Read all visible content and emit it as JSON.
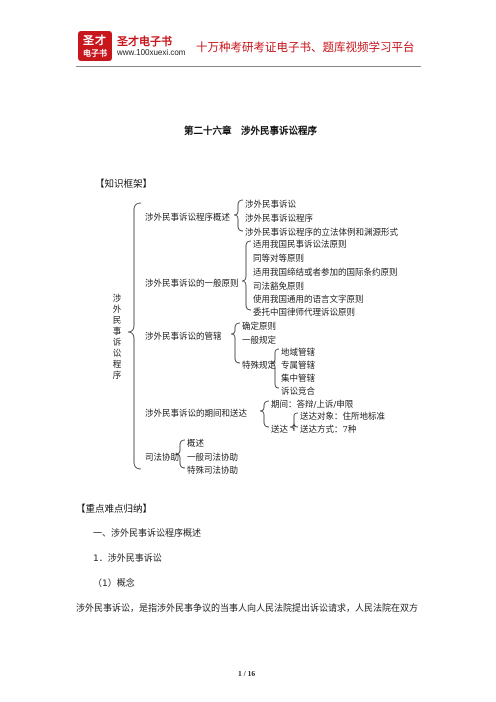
{
  "header": {
    "logo_line1": "圣才",
    "logo_line2": "电子书",
    "brand_name": "圣才电子书",
    "brand_url": "www.100xuexi.com",
    "slogan": "十万种考研考证电子书、题库视频学习平台"
  },
  "chapter_title": "第二十六章　涉外民事诉讼程序",
  "framework_heading": "【知识框架】",
  "tree": {
    "root": "涉外民事诉讼程序",
    "n1": {
      "label": "涉外民事诉讼程序概述",
      "items": [
        "涉外民事诉讼",
        "涉外民事诉讼程序",
        "涉外民事诉讼程序的立法体例和渊源形式"
      ]
    },
    "n2": {
      "label": "涉外民事诉讼的一般原则",
      "items": [
        "适用我国民事诉讼法原则",
        "同等对等原则",
        "适用我国缔结或者参加的国际条约原则",
        "司法豁免原则",
        "使用我国通用的语言文字原则",
        "委托中国律师代理诉讼原则"
      ]
    },
    "n3": {
      "label": "涉外民事诉讼的管辖",
      "items": [
        "确定原则",
        "一般规定"
      ],
      "special_label": "特殊规定",
      "special_items": [
        "地域管辖",
        "专属管辖",
        "集中管辖",
        "诉讼竞合"
      ]
    },
    "n4": {
      "label": "涉外民事诉讼的期间和送达",
      "period": "期间：答辩/上诉/申限",
      "service_label": "送达",
      "service_items": [
        "送达对象：住所地标准",
        "送达方式：7种"
      ]
    },
    "n5": {
      "label": "司法协助",
      "items": [
        "概述",
        "一般司法协助",
        "特殊司法协助"
      ]
    }
  },
  "key_points_heading": "【重点难点归纳】",
  "section_1": "一、涉外民事诉讼程序概述",
  "subsection_1": "1．涉外民事诉讼",
  "item_1": "（1）概念",
  "paragraph": "涉外民事诉讼，是指涉外民事争议的当事人向人民法院提出诉讼请求，人民法院在双方",
  "page_number": "1 / 16"
}
